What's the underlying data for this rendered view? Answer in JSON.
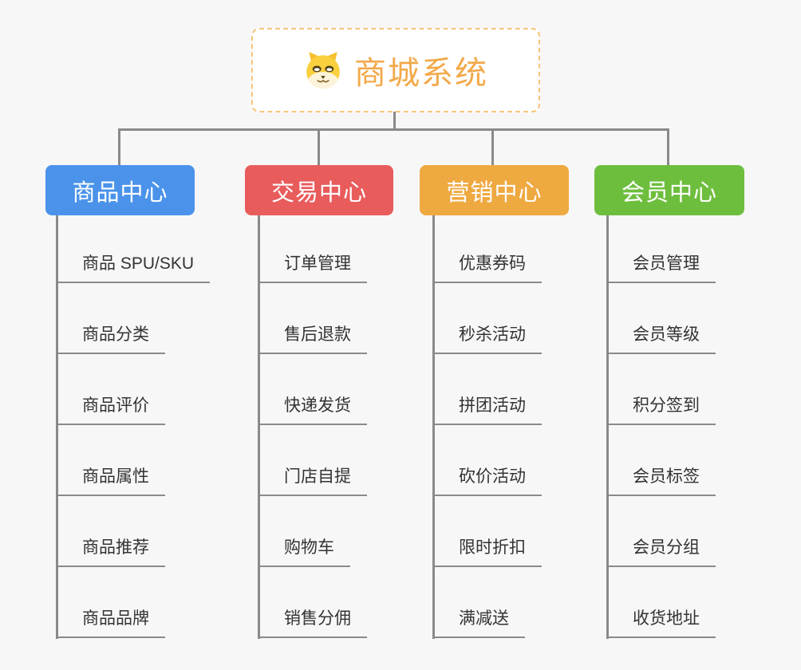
{
  "root": {
    "title": "商城系统",
    "icon": "doge-icon"
  },
  "branches": [
    {
      "label": "商品中心",
      "color": "#4b93ea",
      "items": [
        "商品 SPU/SKU",
        "商品分类",
        "商品评价",
        "商品属性",
        "商品推荐",
        "商品品牌"
      ]
    },
    {
      "label": "交易中心",
      "color": "#e95c5c",
      "items": [
        "订单管理",
        "售后退款",
        "快递发货",
        "门店自提",
        "购物车",
        "销售分佣"
      ]
    },
    {
      "label": "营销中心",
      "color": "#efa941",
      "items": [
        "优惠券码",
        "秒杀活动",
        "拼团活动",
        "砍价活动",
        "限时折扣",
        "满减送"
      ]
    },
    {
      "label": "会员中心",
      "color": "#6ebe3e",
      "items": [
        "会员管理",
        "会员等级",
        "积分签到",
        "会员标签",
        "会员分组",
        "收货地址"
      ]
    }
  ],
  "colors": {
    "canvas": "#f7f7f7",
    "connector": "#8a8a8a",
    "root-accent": "#f2a94a",
    "root-border": "#f6c678",
    "branch-blue": "#4b93ea",
    "branch-red": "#e95c5c",
    "branch-orange": "#efa941",
    "branch-green": "#6ebe3e",
    "leaf-text": "#333333"
  }
}
